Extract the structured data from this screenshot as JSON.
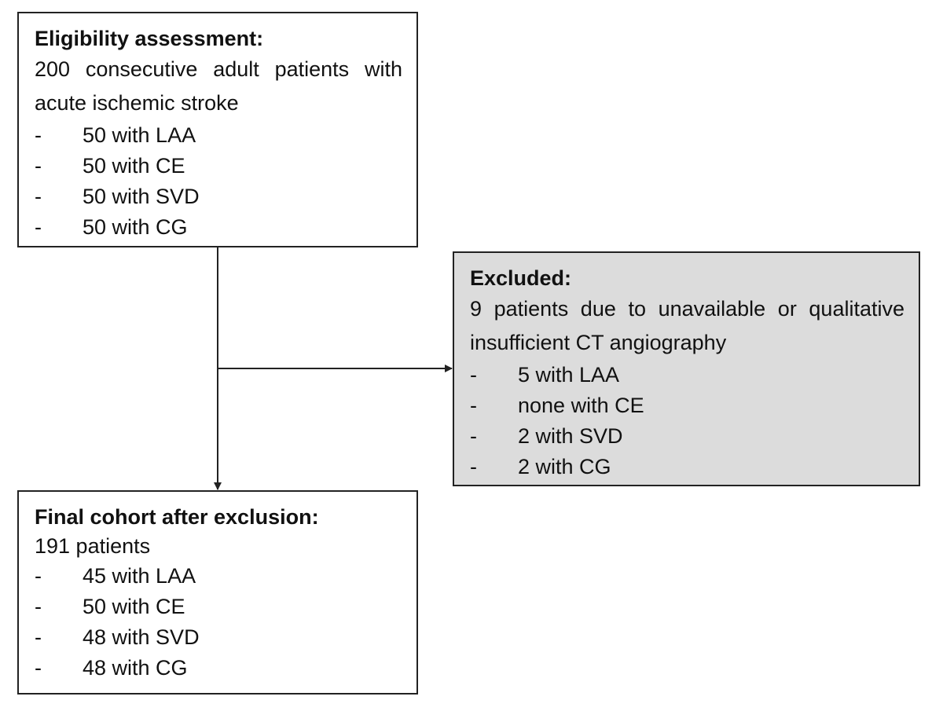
{
  "boxes": {
    "eligibility": {
      "title": "Eligibility assessment:",
      "text": "200 consecutive adult patients with acute ischemic stroke",
      "items": [
        "50 with LAA",
        "50 with CE",
        "50 with SVD",
        "50 with CG"
      ]
    },
    "excluded": {
      "title": "Excluded:",
      "text": "9 patients due to unavailable or qualitative insufficient CT angiography",
      "items": [
        "5 with LAA",
        "none with CE",
        "2 with SVD",
        "2 with CG"
      ]
    },
    "final": {
      "title": "Final cohort after exclusion:",
      "text": "191 patients",
      "items": [
        "45 with LAA",
        "50 with CE",
        "48 with SVD",
        "48 with CG"
      ]
    }
  },
  "dash": "-",
  "colors": {
    "excluded_fill": "#dcdcdc",
    "line": "#222222"
  }
}
